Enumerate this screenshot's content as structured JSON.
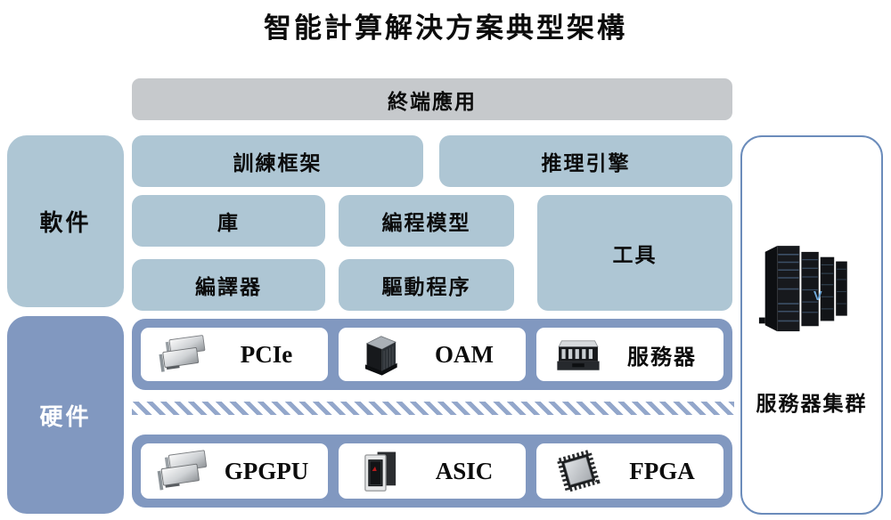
{
  "title": "智能計算解決方案典型架構",
  "top_bar": {
    "label": "終端應用"
  },
  "software": {
    "side_label": "軟件",
    "boxes": [
      {
        "label": "訓練框架"
      },
      {
        "label": "推理引擎"
      },
      {
        "label": "庫"
      },
      {
        "label": "編程模型"
      },
      {
        "label": "工具"
      },
      {
        "label": "編譯器"
      },
      {
        "label": "驅動程序"
      }
    ]
  },
  "hardware": {
    "side_label": "硬件",
    "form_factors": [
      {
        "label": "PCIe",
        "icon": "gpu-card-icon"
      },
      {
        "label": "OAM",
        "icon": "oam-module-icon"
      },
      {
        "label": "服務器",
        "icon": "server-chassis-icon"
      }
    ],
    "chips": [
      {
        "label": "GPGPU",
        "icon": "gpu-card-icon"
      },
      {
        "label": "ASIC",
        "icon": "asic-chip-icon"
      },
      {
        "label": "FPGA",
        "icon": "fpga-chip-icon"
      }
    ]
  },
  "right_panel": {
    "label": "服務器集群",
    "icon": "server-rack-cluster-icon"
  },
  "colors": {
    "light_blue": "#aec6d4",
    "slate_blue": "#8198c0",
    "gray_bar": "#c6c9cc",
    "panel_border": "#6b8cbb",
    "divider_stripe": "#93a7cb",
    "text_dark": "#0c0c0c",
    "text_light": "#ffffff"
  }
}
